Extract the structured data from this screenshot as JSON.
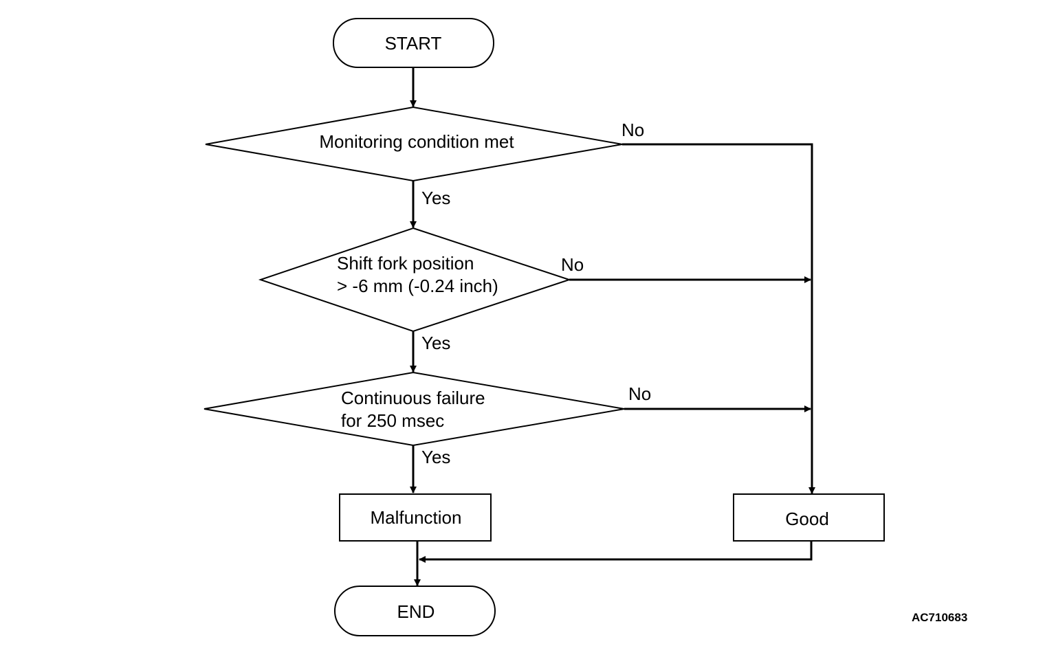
{
  "flowchart": {
    "start": "START",
    "decisions": [
      {
        "lines": [
          "Monitoring condition met"
        ],
        "yes": "Yes",
        "no": "No"
      },
      {
        "lines": [
          "Shift fork position",
          "> -6 mm (-0.24 inch)"
        ],
        "yes": "Yes",
        "no": "No"
      },
      {
        "lines": [
          "Continuous failure",
          "for 250 msec"
        ],
        "yes": "Yes",
        "no": "No"
      }
    ],
    "malfunction": "Malfunction",
    "good": "Good",
    "end": "END"
  },
  "figure_code": "AC710683"
}
